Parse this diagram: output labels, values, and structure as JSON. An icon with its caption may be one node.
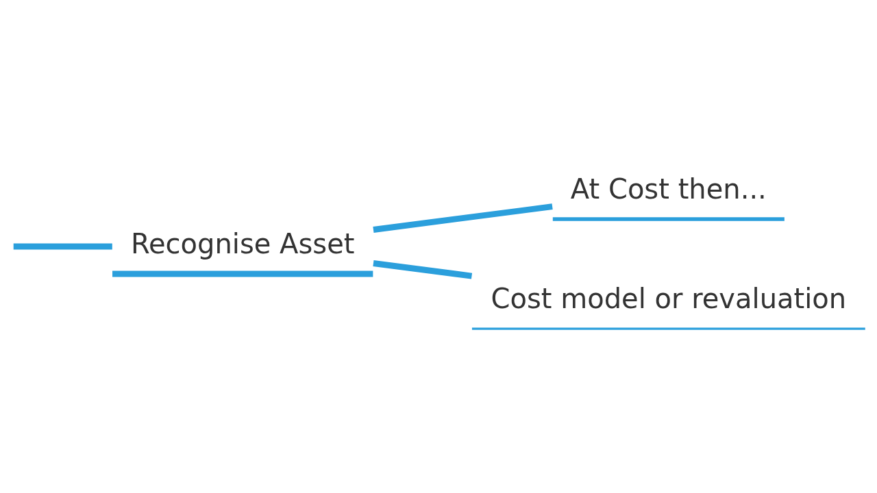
{
  "diagram": {
    "nodes": [
      {
        "text": [
          "Recognise Asset"
        ]
      },
      {
        "text": [
          "At Cost then..."
        ]
      },
      {
        "text": [
          "Cost model or revaluation"
        ]
      }
    ],
    "edges": [
      {
        "from": null,
        "to": 0,
        "arrow": "none"
      },
      {
        "from": 0,
        "to": 1,
        "arrow": "none"
      },
      {
        "from": 0,
        "to": 2,
        "arrow": "none"
      }
    ]
  }
}
